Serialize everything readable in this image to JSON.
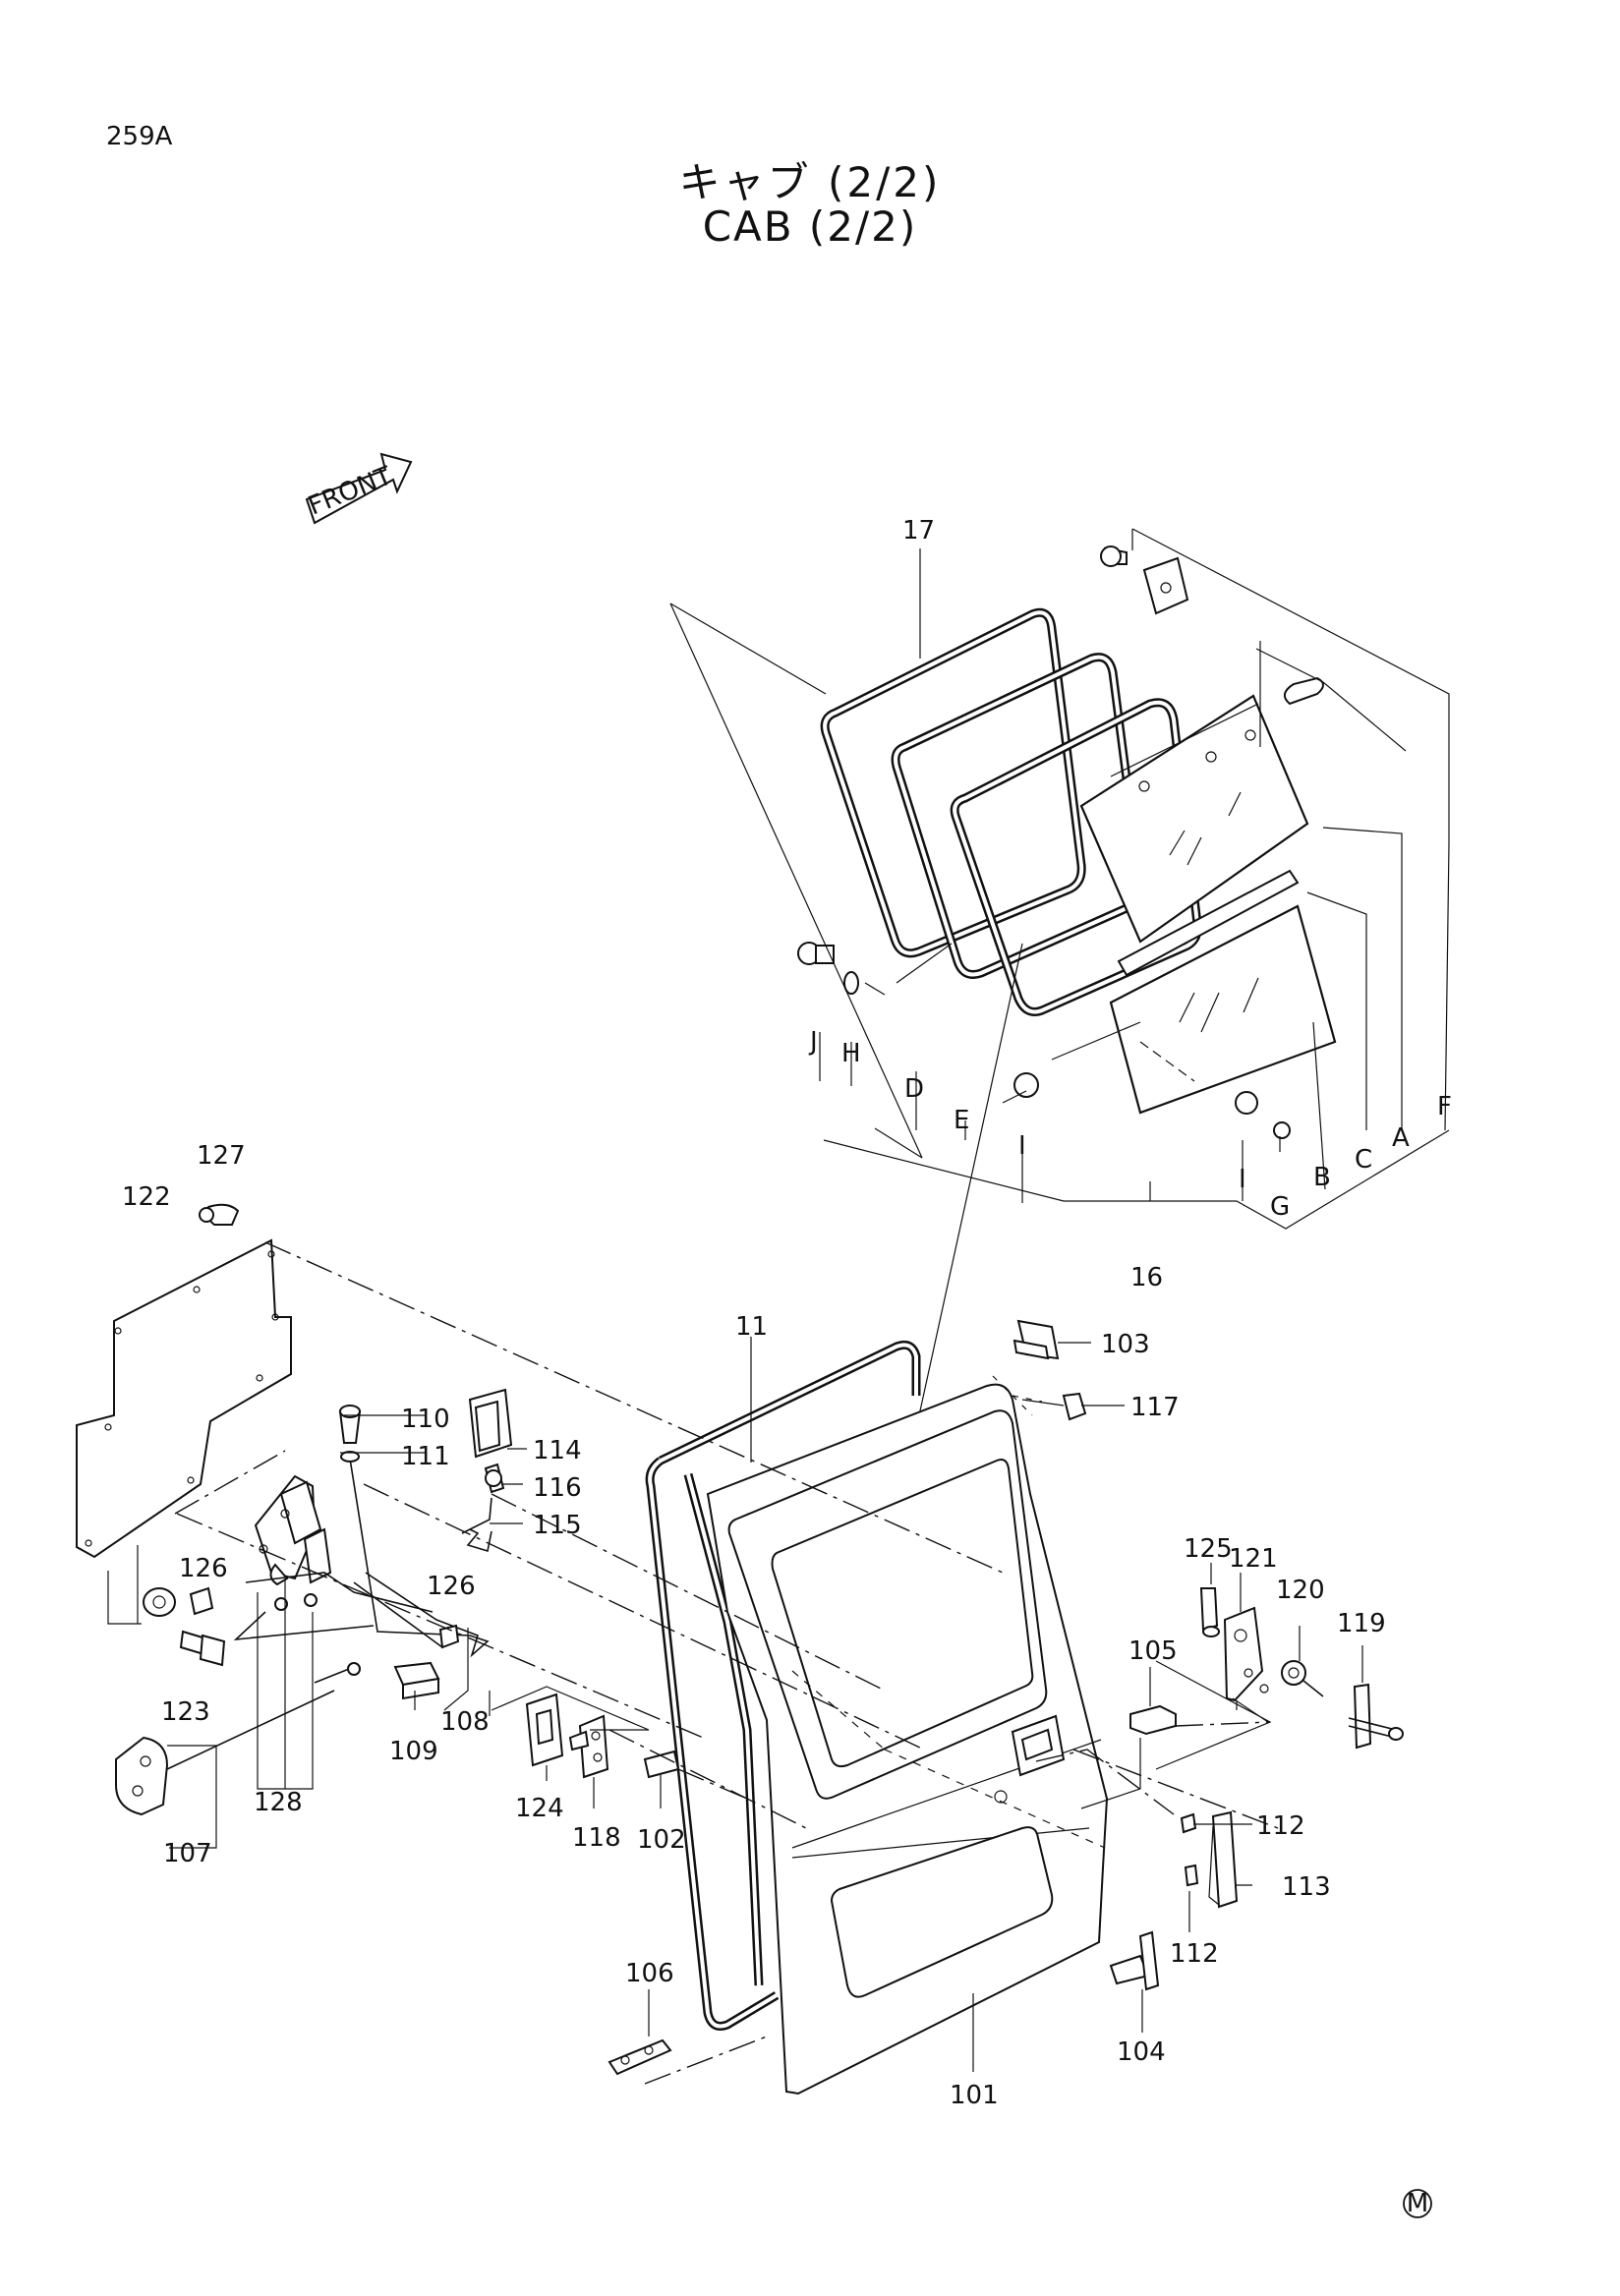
{
  "page_code": "259A",
  "title_jp": "キャブ (2/2)",
  "title_en": "CAB (2/2)",
  "front_label": "FRONT",
  "mark": "M",
  "callouts": [
    {
      "id": "17",
      "text": "17"
    },
    {
      "id": "16",
      "text": "16"
    },
    {
      "id": "11",
      "text": "11"
    },
    {
      "id": "A",
      "text": "A"
    },
    {
      "id": "B",
      "text": "B"
    },
    {
      "id": "C",
      "text": "C"
    },
    {
      "id": "D",
      "text": "D"
    },
    {
      "id": "E",
      "text": "E"
    },
    {
      "id": "F",
      "text": "F"
    },
    {
      "id": "G",
      "text": "G"
    },
    {
      "id": "H",
      "text": "H"
    },
    {
      "id": "I1",
      "text": "I"
    },
    {
      "id": "I2",
      "text": "I"
    },
    {
      "id": "J",
      "text": "J"
    },
    {
      "id": "101",
      "text": "101"
    },
    {
      "id": "102",
      "text": "102"
    },
    {
      "id": "103",
      "text": "103"
    },
    {
      "id": "104",
      "text": "104"
    },
    {
      "id": "105",
      "text": "105"
    },
    {
      "id": "106",
      "text": "106"
    },
    {
      "id": "107",
      "text": "107"
    },
    {
      "id": "108",
      "text": "108"
    },
    {
      "id": "109",
      "text": "109"
    },
    {
      "id": "110",
      "text": "110"
    },
    {
      "id": "111",
      "text": "111"
    },
    {
      "id": "112a",
      "text": "112"
    },
    {
      "id": "112b",
      "text": "112"
    },
    {
      "id": "113",
      "text": "113"
    },
    {
      "id": "114",
      "text": "114"
    },
    {
      "id": "115",
      "text": "115"
    },
    {
      "id": "116",
      "text": "116"
    },
    {
      "id": "117",
      "text": "117"
    },
    {
      "id": "118",
      "text": "118"
    },
    {
      "id": "119",
      "text": "119"
    },
    {
      "id": "120",
      "text": "120"
    },
    {
      "id": "121",
      "text": "121"
    },
    {
      "id": "122",
      "text": "122"
    },
    {
      "id": "123",
      "text": "123"
    },
    {
      "id": "124",
      "text": "124"
    },
    {
      "id": "125",
      "text": "125"
    },
    {
      "id": "126a",
      "text": "126"
    },
    {
      "id": "126b",
      "text": "126"
    },
    {
      "id": "127",
      "text": "127"
    },
    {
      "id": "128",
      "text": "128"
    }
  ]
}
